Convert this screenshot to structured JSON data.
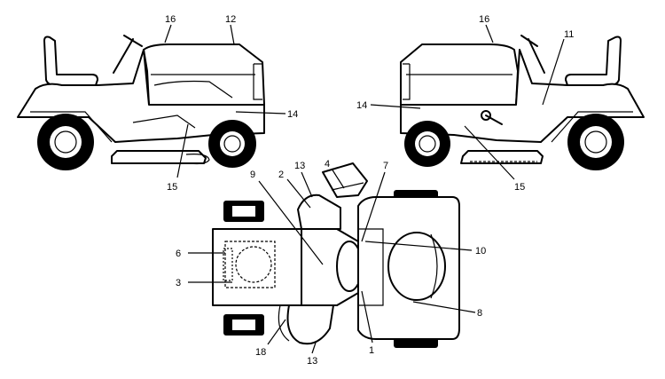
{
  "diagram": {
    "views": [
      "left-side-view",
      "right-side-view",
      "top-view"
    ],
    "callouts": {
      "left_view": {
        "c16": "16",
        "c12": "12",
        "c14": "14",
        "c15": "15"
      },
      "right_view": {
        "c16": "16",
        "c11": "11",
        "c14": "14",
        "c15": "15"
      },
      "top_view": {
        "c9": "9",
        "c2": "2",
        "c13a": "13",
        "c4": "4",
        "c7": "7",
        "c6": "6",
        "c3": "3",
        "c10": "10",
        "c8": "8",
        "c1": "1",
        "c18": "18",
        "c13b": "13"
      }
    }
  }
}
